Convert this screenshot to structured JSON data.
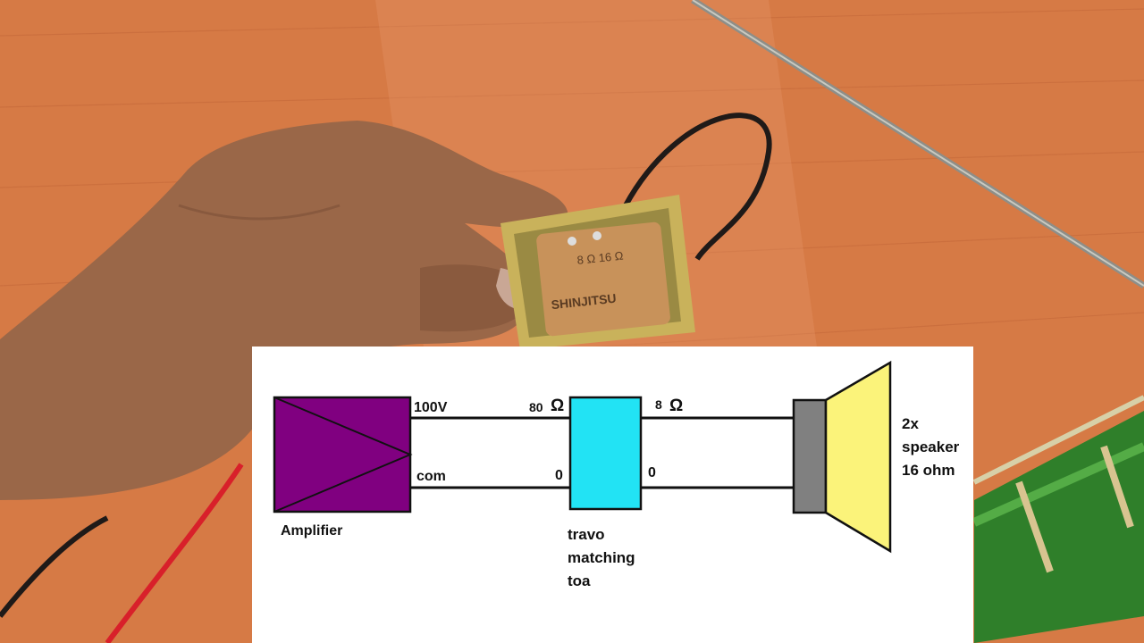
{
  "transformer_label": {
    "taps": "8 Ω 16 Ω",
    "brand": "SHINJITSU"
  },
  "diagram": {
    "amplifier": {
      "label": "Amplifier",
      "tap_100v": "100V",
      "tap_com": "com",
      "color": "#800080"
    },
    "transformer": {
      "label": "travo\nmatching\ntoa",
      "primary_top": "80",
      "primary_bottom": "0",
      "secondary_top": "8",
      "secondary_bottom": "0",
      "ohm_symbol": "Ω",
      "color": "#22e3f4"
    },
    "speaker": {
      "label": "2x\nspeaker\n16 ohm",
      "magnet_color": "#808080",
      "cone_color": "#fbf37a"
    }
  }
}
